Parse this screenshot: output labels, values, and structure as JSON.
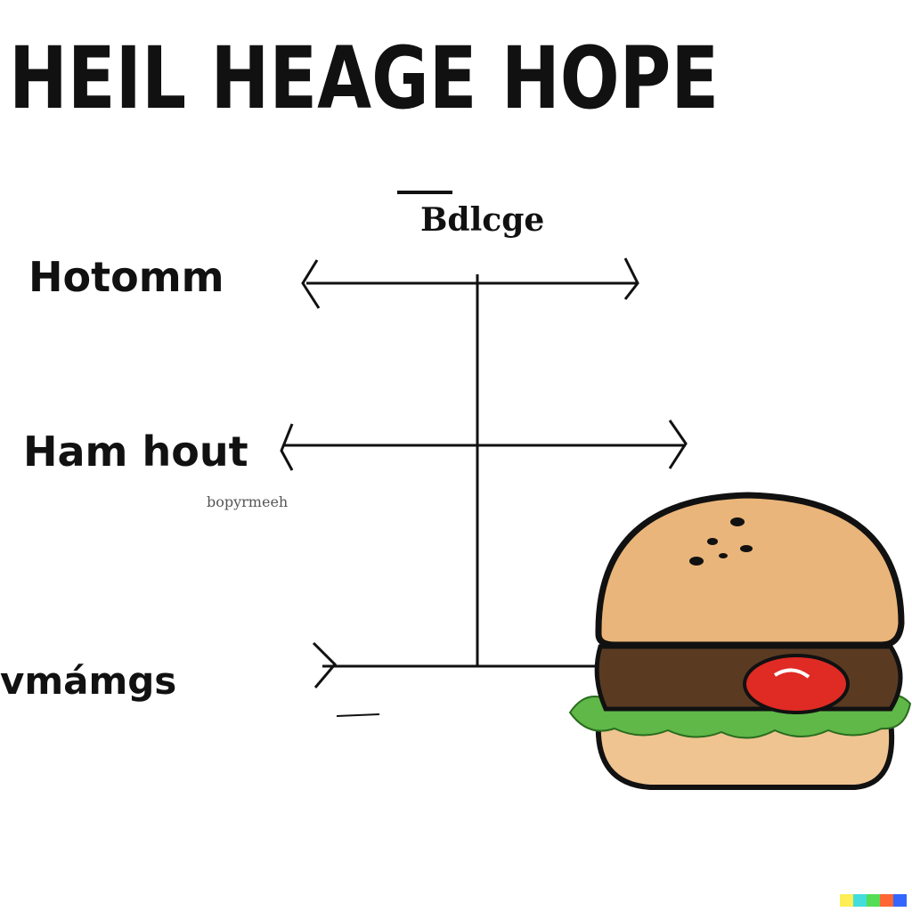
{
  "title": "HEIL HEAGE HOPE",
  "axis_top_label": "Bdlcge",
  "rows": [
    {
      "label": "Hotomm"
    },
    {
      "label": "Ham hout",
      "sublabel": "bopyrmeeh"
    },
    {
      "label": "vmámgs"
    }
  ],
  "illustration": {
    "subject": "burger-icon",
    "colors": {
      "bun": "#e8b57a",
      "patty": "#5a3b22",
      "lettuce": "#4fa63a",
      "tomato": "#e02a24",
      "outline": "#111111"
    }
  },
  "watermark_colors": [
    "#ffee55",
    "#44dddd",
    "#55dd55",
    "#ff6633",
    "#3366ff"
  ]
}
